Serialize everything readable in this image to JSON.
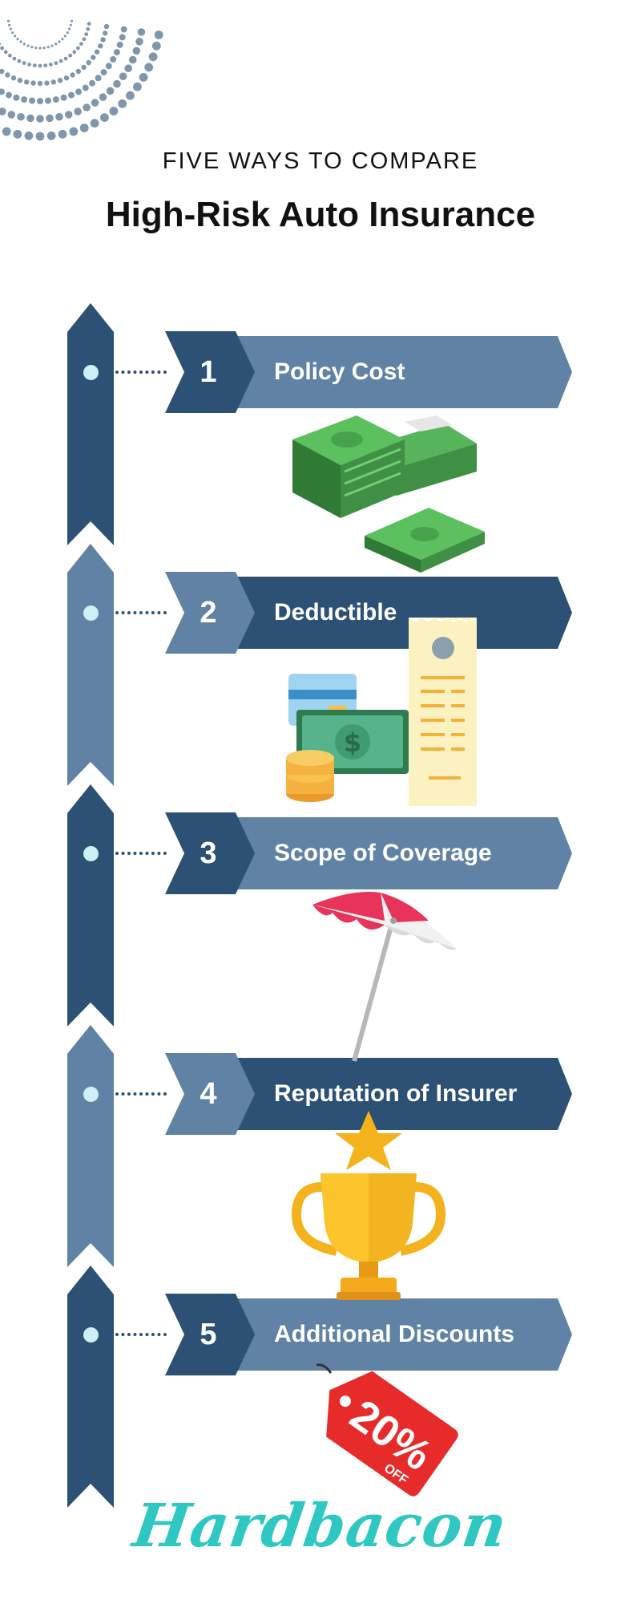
{
  "header": {
    "subtitle": "FIVE WAYS TO COMPARE",
    "title": "High-Risk Auto Insurance"
  },
  "items": [
    {
      "number": "1",
      "label": "Policy Cost",
      "icon": "money-stack-icon"
    },
    {
      "number": "2",
      "label": "Deductible",
      "icon": "receipt-payment-icon"
    },
    {
      "number": "3",
      "label": "Scope of Coverage",
      "icon": "umbrella-icon"
    },
    {
      "number": "4",
      "label": "Reputation of Insurer",
      "icon": "trophy-icon"
    },
    {
      "number": "5",
      "label": "Additional Discounts",
      "icon": "discount-tag-icon"
    }
  ],
  "discount_tag": {
    "percent": "20%",
    "off": "OFF"
  },
  "brand": {
    "name": "Hardbacon"
  },
  "colors": {
    "dark_navy": "#2c5175",
    "steel_blue": "#5f82a5",
    "dot": "#cdeff5",
    "brand_teal": "#2ec7c2"
  }
}
